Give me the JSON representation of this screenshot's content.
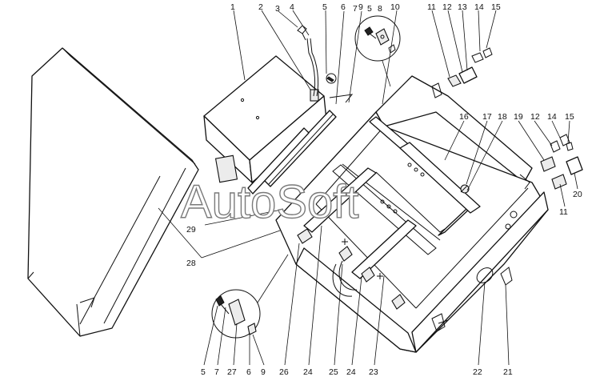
{
  "watermark": "AutoSoft",
  "callouts_top": [
    "1",
    "2",
    "3",
    "4",
    "5",
    "7",
    "5",
    "8",
    "6",
    "9",
    "10",
    "11",
    "12",
    "13",
    "14",
    "15"
  ],
  "callouts_right": [
    "16",
    "17",
    "18",
    "19",
    "12",
    "14",
    "15",
    "11",
    "20"
  ],
  "callouts_left": [
    "29",
    "28"
  ],
  "callouts_bottom": [
    "5",
    "7",
    "27",
    "6",
    "9",
    "26",
    "24",
    "25",
    "24",
    "23",
    "22",
    "21"
  ]
}
